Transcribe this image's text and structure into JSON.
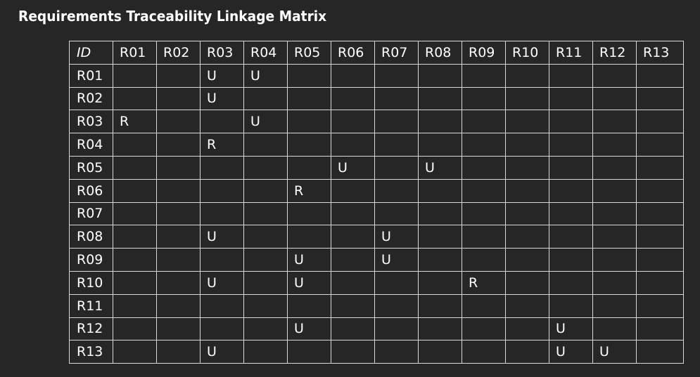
{
  "title": "Requirements Traceability Linkage Matrix",
  "table": {
    "corner_label": "ID",
    "columns": [
      "R01",
      "R02",
      "R03",
      "R04",
      "R05",
      "R06",
      "R07",
      "R08",
      "R09",
      "R10",
      "R11",
      "R12",
      "R13"
    ],
    "rows": [
      {
        "id": "R01",
        "cells": [
          "",
          "",
          "U",
          "U",
          "",
          "",
          "",
          "",
          "",
          "",
          "",
          "",
          ""
        ]
      },
      {
        "id": "R02",
        "cells": [
          "",
          "",
          "U",
          "",
          "",
          "",
          "",
          "",
          "",
          "",
          "",
          "",
          ""
        ]
      },
      {
        "id": "R03",
        "cells": [
          "R",
          "",
          "",
          "U",
          "",
          "",
          "",
          "",
          "",
          "",
          "",
          "",
          ""
        ]
      },
      {
        "id": "R04",
        "cells": [
          "",
          "",
          "R",
          "",
          "",
          "",
          "",
          "",
          "",
          "",
          "",
          "",
          ""
        ]
      },
      {
        "id": "R05",
        "cells": [
          "",
          "",
          "",
          "",
          "",
          "U",
          "",
          "U",
          "",
          "",
          "",
          "",
          ""
        ]
      },
      {
        "id": "R06",
        "cells": [
          "",
          "",
          "",
          "",
          "R",
          "",
          "",
          "",
          "",
          "",
          "",
          "",
          ""
        ]
      },
      {
        "id": "R07",
        "cells": [
          "",
          "",
          "",
          "",
          "",
          "",
          "",
          "",
          "",
          "",
          "",
          "",
          ""
        ]
      },
      {
        "id": "R08",
        "cells": [
          "",
          "",
          "U",
          "",
          "",
          "",
          "U",
          "",
          "",
          "",
          "",
          "",
          ""
        ]
      },
      {
        "id": "R09",
        "cells": [
          "",
          "",
          "",
          "",
          "U",
          "",
          "U",
          "",
          "",
          "",
          "",
          "",
          ""
        ]
      },
      {
        "id": "R10",
        "cells": [
          "",
          "",
          "U",
          "",
          "U",
          "",
          "",
          "",
          "R",
          "",
          "",
          "",
          ""
        ]
      },
      {
        "id": "R11",
        "cells": [
          "",
          "",
          "",
          "",
          "",
          "",
          "",
          "",
          "",
          "",
          "",
          "",
          ""
        ]
      },
      {
        "id": "R12",
        "cells": [
          "",
          "",
          "",
          "",
          "U",
          "",
          "",
          "",
          "",
          "",
          "U",
          "",
          ""
        ]
      },
      {
        "id": "R13",
        "cells": [
          "",
          "",
          "U",
          "",
          "",
          "",
          "",
          "",
          "",
          "",
          "U",
          "U",
          ""
        ]
      }
    ]
  }
}
